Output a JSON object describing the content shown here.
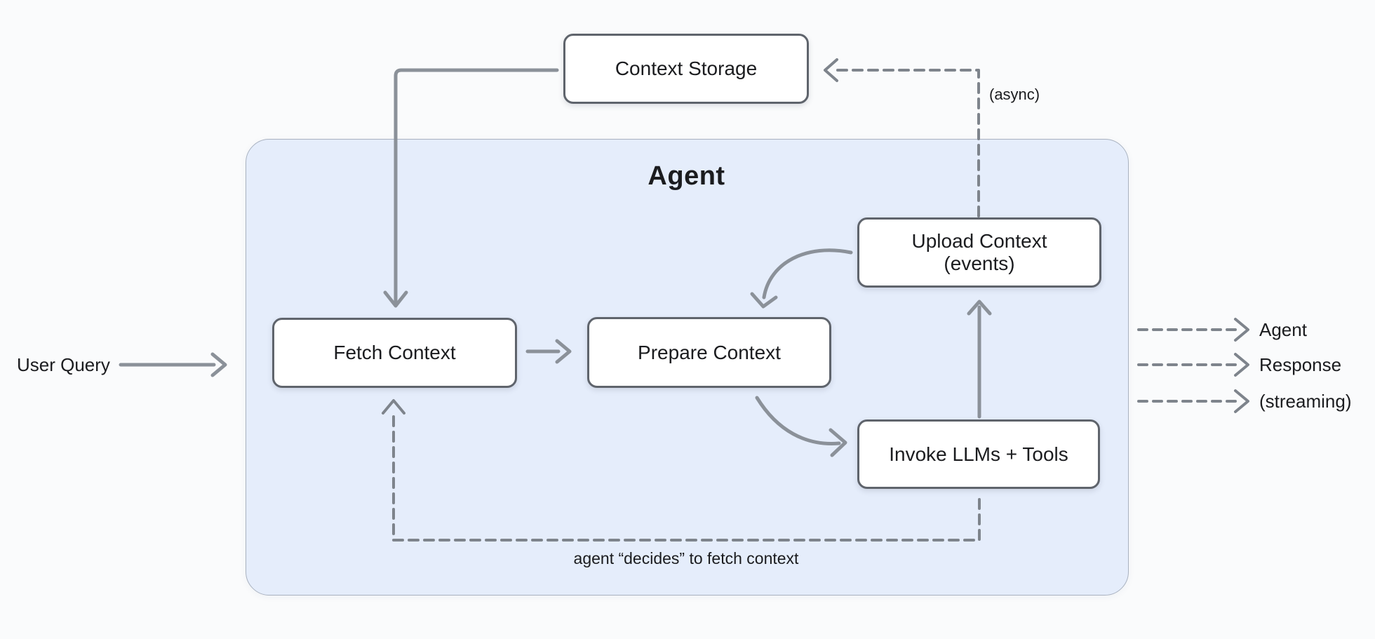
{
  "colors": {
    "background": "#fafbfc",
    "agent_group_fill": "#e5edfb",
    "agent_group_border": "#a9b2c0",
    "node_fill": "#ffffff",
    "node_border": "#5f646c",
    "solid_connector": "#8b9199",
    "dashed_connector": "#7e848c",
    "text": "#1b1c1f"
  },
  "group": {
    "title": "Agent"
  },
  "nodes": {
    "context_storage": {
      "label": "Context Storage"
    },
    "fetch_context": {
      "label": "Fetch Context"
    },
    "prepare_context": {
      "label": "Prepare Context"
    },
    "upload_context": {
      "label_line1": "Upload Context",
      "label_line2": "(events)"
    },
    "invoke_llms_tools": {
      "label": "Invoke LLMs + Tools"
    }
  },
  "annotations": {
    "user_query": "User Query",
    "async": "(async)",
    "agent_decides": "agent “decides” to fetch context"
  },
  "outputs": [
    {
      "label": "Agent"
    },
    {
      "label": "Response"
    },
    {
      "label": "(streaming)"
    }
  ]
}
